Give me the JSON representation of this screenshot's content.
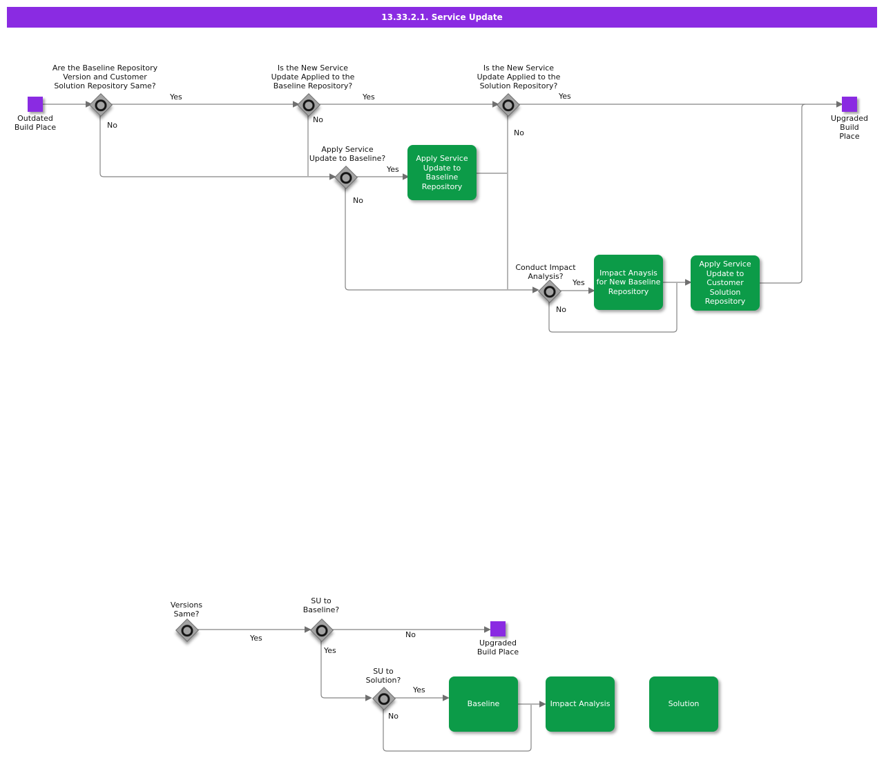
{
  "title": "13.33.2.1. Service Update",
  "colors": {
    "title_bar": "#8A2BE2",
    "event_square": "#8A2BE2",
    "task_green": "#0C9B48",
    "gateway_gray": "#A3A3A3",
    "connector_gray": "#808080"
  },
  "labels": {
    "yes": "Yes",
    "no": "No"
  },
  "events": {
    "outdated": "Outdated\nBuild Place",
    "upgraded": "Upgraded\nBuild Place"
  },
  "decisions": {
    "baseline_customer_same": "Are the Baseline Repository\nVersion and Customer\nSolution Repository Same?",
    "su_applied_baseline": "Is the New Service\nUpdate Applied to the\nBaseline Repository?",
    "su_applied_solution": "Is the New Service\nUpdate Applied to the\nSolution Repository?",
    "apply_su_baseline": "Apply Service\nUpdate to Baseline?",
    "conduct_impact": "Conduct Impact\nAnalysis?",
    "versions_same": "Versions\nSame?",
    "su_to_baseline": "SU to\nBaseline?",
    "su_to_solution": "SU to\nSolution?"
  },
  "tasks": {
    "apply_su_baseline_repo": "Apply Service\nUpdate to\nBaseline\nRepository",
    "impact_new_baseline": "Impact Anaysis\nfor New Baseline\nRepository",
    "apply_su_customer": "Apply Service\nUpdate to\nCustomer\nSolution\nRepository",
    "baseline": "Baseline",
    "impact_analysis": "Impact Analysis",
    "solution": "Solution"
  }
}
